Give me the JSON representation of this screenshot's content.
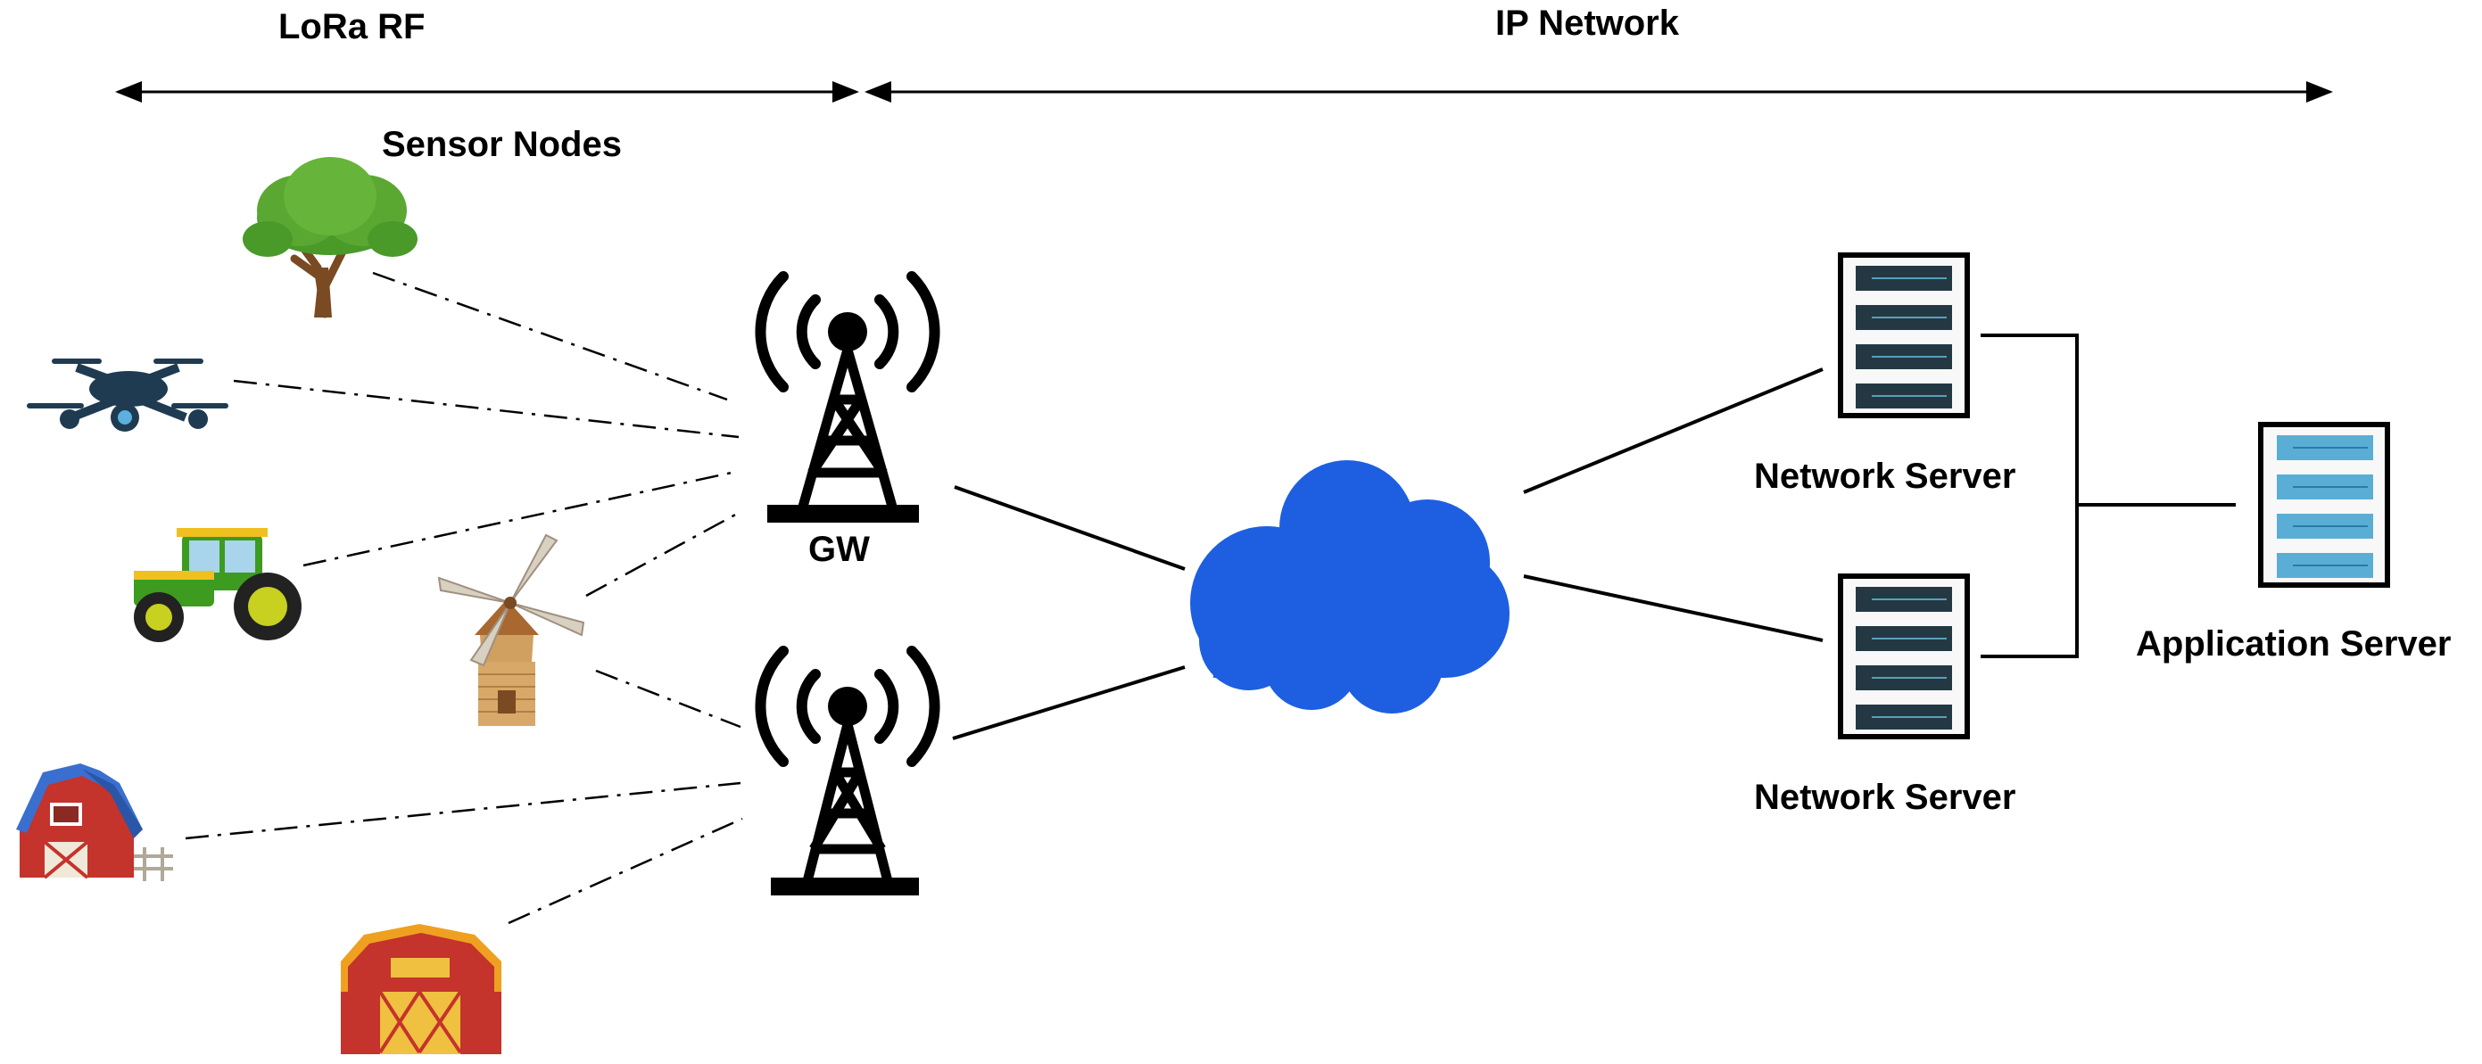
{
  "diagram": {
    "sections": {
      "lora_rf": "LoRa RF",
      "ip_network": "IP Network"
    },
    "sensor_nodes_label": "Sensor Nodes",
    "gateway_label": "GW",
    "network_server_top_label": "Network Server",
    "network_server_bottom_label": "Network Server",
    "application_server_label": "Application Server",
    "sensor_nodes": [
      "tree",
      "drone",
      "tractor",
      "windmill",
      "blue-barn",
      "red-barn"
    ],
    "colors": {
      "cloud": "#1d5fe0",
      "tree_foliage": "#5aa832",
      "drone_body": "#1f3b52",
      "tractor_body": "#3d9b1f",
      "barn_red": "#c4332c",
      "barn_roof_blue": "#3a6fcf",
      "server_screen": "#243844",
      "app_server_slot": "#5aaed6"
    }
  }
}
